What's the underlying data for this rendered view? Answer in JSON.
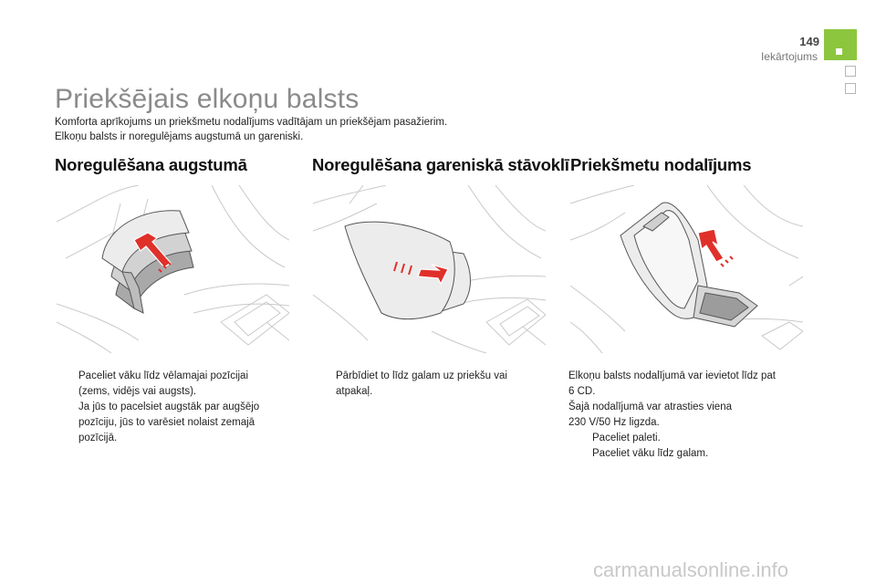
{
  "header": {
    "page_number": "149",
    "chapter": "Iekārtojums"
  },
  "title": "Priekšējais elkoņu balsts",
  "intro": [
    "Komforta aprīkojums un priekšmetu nodalījums vadītājam un priekšējam pasažierim.",
    "Elkoņu balsts ir noregulējams augstumā un gareniski."
  ],
  "sections": [
    {
      "title": "Noregulēšana augstumā",
      "bullets": [
        [
          "Paceliet vāku līdz vēlamajai pozīcijai",
          "(zems, vidējs vai augsts)."
        ],
        [
          "Ja jūs to pacelsiet augstāk par augšējo",
          "pozīciju, jūs to varēsiet nolaist zemajā",
          "pozīcijā."
        ]
      ]
    },
    {
      "title": "Noregulēšana gareniskā stāvoklī",
      "bullets": [
        [
          "Pārbīdiet to līdz galam uz priekšu vai",
          "atpakaļ."
        ]
      ]
    },
    {
      "title": "Priekšmetu nodalījums",
      "paragraph": [
        "Elkoņu balsts nodalījumā var ievietot līdz pat",
        "6 CD.",
        "Šajā nodalījumā var atrasties viena",
        "230 V/50 Hz ligzda."
      ],
      "bullets": [
        [
          "Paceliet paleti."
        ],
        [
          "Paceliet vāku līdz galam."
        ]
      ]
    }
  ],
  "bullet_marker": "",
  "watermark": "carmanualsonline.info",
  "colors": {
    "tab_green": "#8cc63e",
    "title_gray": "#8a8a8a",
    "arrow_red": "#e0302a"
  },
  "icons": [
    "arrow-up-icon",
    "arrow-forward-icon"
  ]
}
